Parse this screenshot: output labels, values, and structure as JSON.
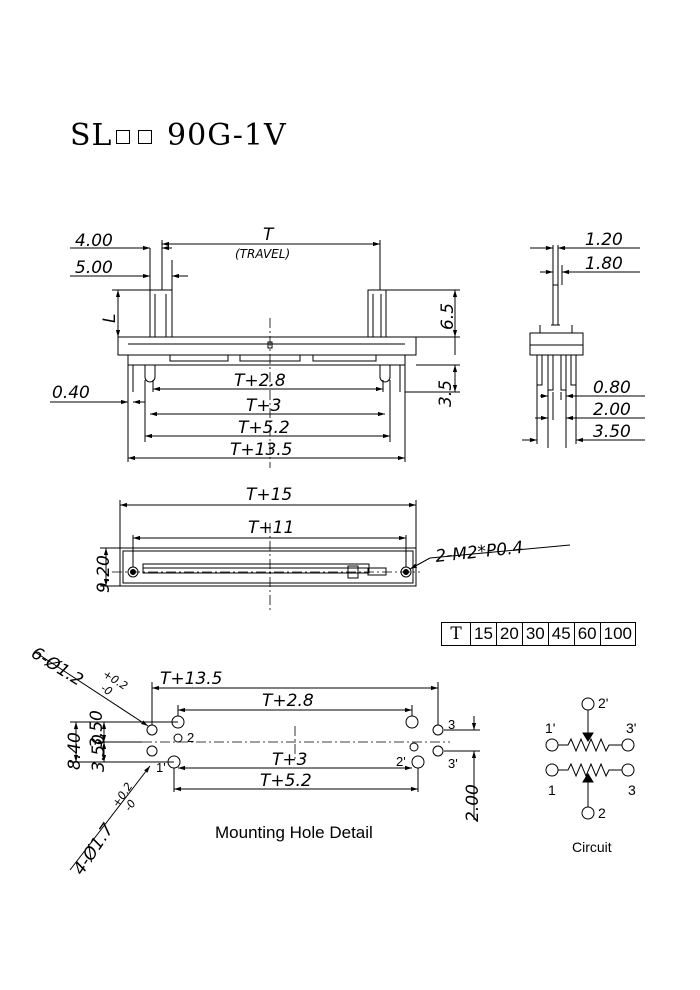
{
  "title": {
    "prefix": "SL",
    "suffix": "90G-1V"
  },
  "side_view": {
    "dim_4_00": "4.00",
    "dim_5_00": "5.00",
    "dim_T": "T",
    "dim_travel": "(TRAVEL)",
    "dim_L": "L",
    "dim_6_5": "6.5",
    "dim_3_5": "3.5",
    "dim_0_40": "0.40",
    "dim_T2_8": "T+2.8",
    "dim_T3": "T+3",
    "dim_T5_2": "T+5.2",
    "dim_T13_5": "T+13.5"
  },
  "end_view": {
    "dim_1_20": "1.20",
    "dim_1_80": "1.80",
    "dim_0_80": "0.80",
    "dim_2_00": "2.00",
    "dim_3_50": "3.50"
  },
  "top_view": {
    "dim_T15": "T+15",
    "dim_T11": "T+11",
    "dim_9_20": "9.20",
    "dim_thread": "2-M2*P0.4"
  },
  "travel_table": {
    "header": "T",
    "values": [
      "15",
      "20",
      "30",
      "45",
      "60",
      "100"
    ]
  },
  "mounting": {
    "label": "Mounting Hole Detail",
    "small_hole": "6-Ø1.2",
    "small_tol": "+0.2",
    "small_tol_lo": "-0",
    "large_hole": "4-Ø1.7",
    "large_tol": "+0.2",
    "large_tol_lo": "-0",
    "dim_T13_5": "T+13.5",
    "dim_T2_8": "T+2.8",
    "dim_T3": "T+3",
    "dim_T5_2": "T+5.2",
    "dim_8_40": "8.40",
    "dim_3_50a": "3.50",
    "dim_3_50b": "3.50",
    "dim_2_00": "2.00",
    "pin_1p": "1'",
    "pin_2": "2",
    "pin_2p": "2'",
    "pin_3": "3",
    "pin_3p": "3'"
  },
  "circuit": {
    "label": "Circuit",
    "pin_1": "1",
    "pin_1p": "1'",
    "pin_2": "2",
    "pin_2p": "2'",
    "pin_3": "3",
    "pin_3p": "3'"
  }
}
